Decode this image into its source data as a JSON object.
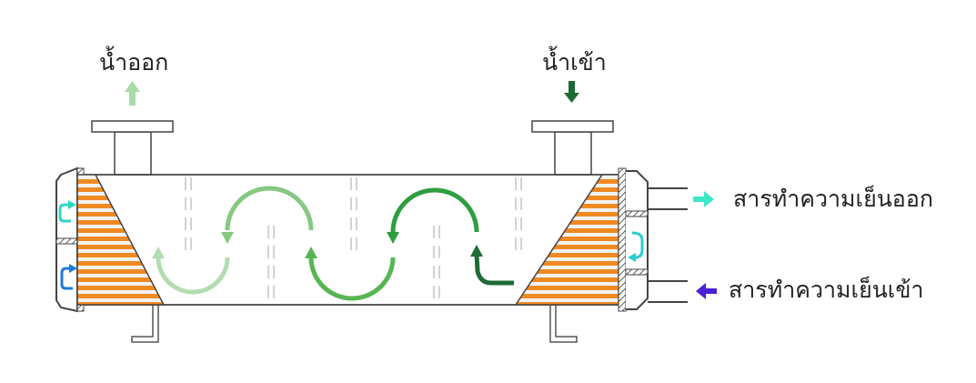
{
  "labels": {
    "water_out": "น้ำออก",
    "water_in": "น้ำเข้า",
    "coolant_out": "สารทำความเย็นออก",
    "coolant_in": "สารทำความเย็นเข้า"
  },
  "colors": {
    "tube": "#f08a24",
    "flow_light": "#b3dcb1",
    "flow_mid1": "#86c882",
    "flow_mid2": "#57b552",
    "flow_mid3": "#2e9e3f",
    "flow_dark": "#1f6b36",
    "water_out_arrow": "#a9dba7",
    "water_in_arrow": "#1e6a35",
    "coolant_out_arrow": "#3de8c5",
    "coolant_in_arrow": "#4a22d6",
    "header_return_top": "#2fd6c4",
    "header_return_bottom": "#1f7ad8",
    "header_return_right": "#28cfd0"
  },
  "icons": [
    "up-arrow-icon",
    "down-arrow-icon",
    "right-arrow-icon",
    "left-arrow-icon",
    "u-turn-arrow-icon"
  ]
}
